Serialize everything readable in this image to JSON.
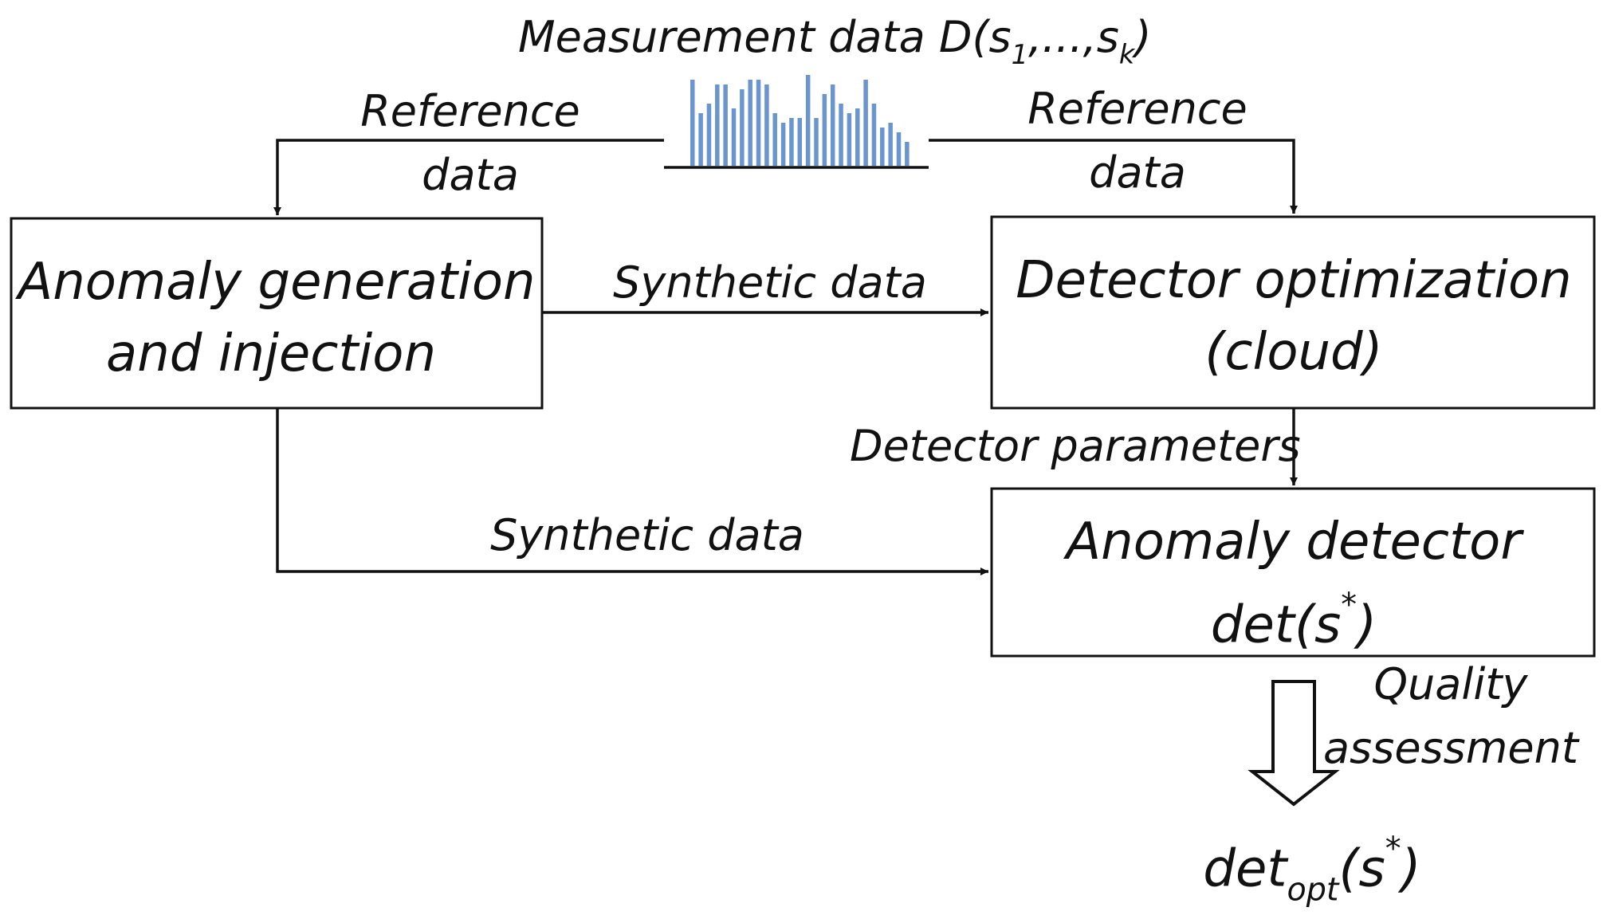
{
  "diagram": {
    "measurement": {
      "label_main": "Measurement data D(s",
      "sub1": "1",
      "label_mid": ",...,s",
      "subk": "k",
      "label_end": ")",
      "histogram_values": [
        0.9,
        0.55,
        0.65,
        0.85,
        0.85,
        0.6,
        0.8,
        0.9,
        0.9,
        0.85,
        0.55,
        0.45,
        0.5,
        0.5,
        0.95,
        0.5,
        0.75,
        0.85,
        0.65,
        0.55,
        0.6,
        0.9,
        0.65,
        0.4,
        0.45,
        0.35,
        0.25
      ],
      "bar_color": "#6a95cf"
    },
    "nodes": {
      "anomaly_generation": {
        "line1": "Anomaly generation",
        "line2": "and injection"
      },
      "detector_optimization": {
        "line1": "Detector optimization",
        "line2": "(cloud)"
      },
      "anomaly_detector": {
        "line1": "Anomaly detector",
        "line2_main": "det(s",
        "line2_sup": "*",
        "line2_end": ")"
      }
    },
    "edges": {
      "reference_left": {
        "line1": "Reference",
        "line2": "data"
      },
      "reference_right": {
        "line1": "Reference",
        "line2": "data"
      },
      "synthetic_top": "Synthetic data",
      "synthetic_bottom": "Synthetic data",
      "detector_parameters": "Detector parameters",
      "quality_assessment": {
        "line1": "Quality",
        "line2": "assessment"
      }
    },
    "output": {
      "main": "det",
      "sub": "opt",
      "mid": "(s",
      "sup": "*",
      "end": ")"
    }
  }
}
